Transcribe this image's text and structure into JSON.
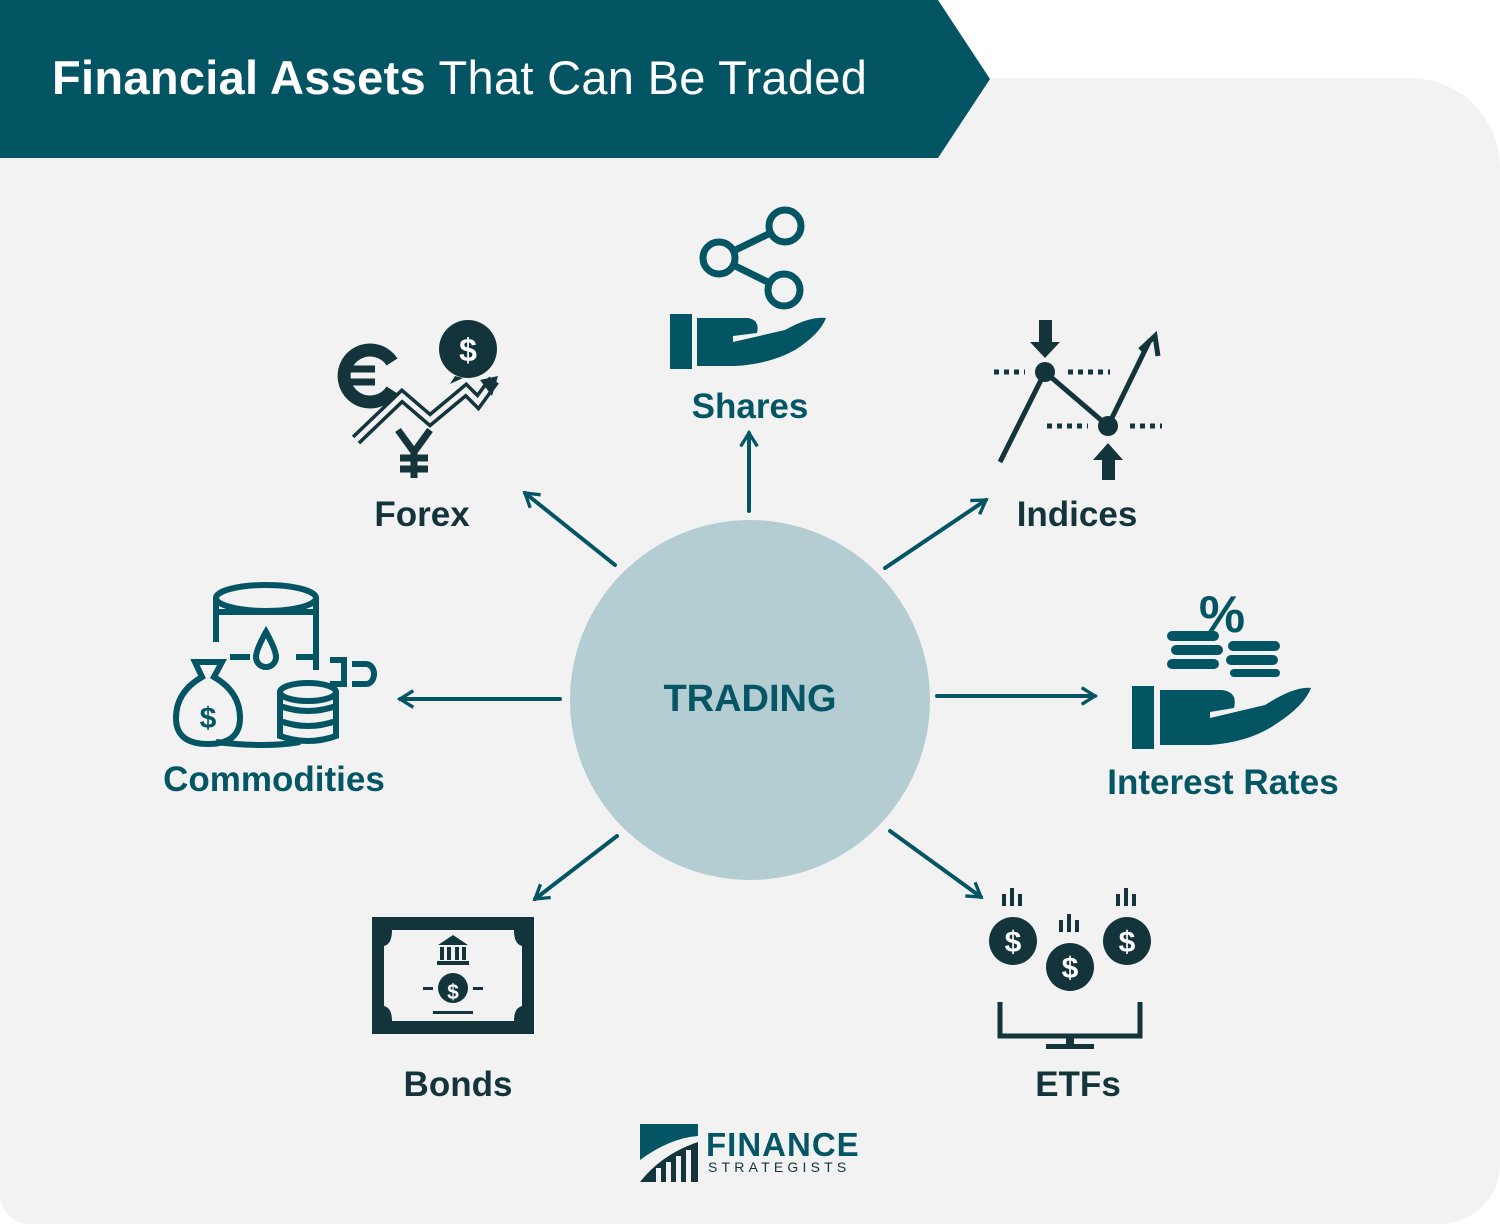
{
  "title": {
    "bold": "Financial Assets",
    "rest": " That Can Be Traded"
  },
  "hub": "TRADING",
  "nodes": {
    "shares": "Shares",
    "forex": "Forex",
    "indices": "Indices",
    "commodities": "Commodities",
    "interest_rates": "Interest Rates",
    "bonds": "Bonds",
    "etfs": "ETFs"
  },
  "brand": {
    "top": "FINANCE",
    "bottom": "STRATEGISTS"
  },
  "icons": {
    "shares": "share-hand-icon",
    "forex": "currency-exchange-icon",
    "indices": "index-chart-icon",
    "commodities": "oil-barrel-money-icon",
    "interest_rates": "percent-coins-hand-icon",
    "bonds": "bank-bond-certificate-icon",
    "etfs": "coins-monitor-icon"
  },
  "colors": {
    "banner": "#045564",
    "hub_fill": "#b3cdd2",
    "arrow": "#045564",
    "icon_dark": "#13343b",
    "icon_teal": "#045564",
    "background": "#f2f2f2"
  }
}
